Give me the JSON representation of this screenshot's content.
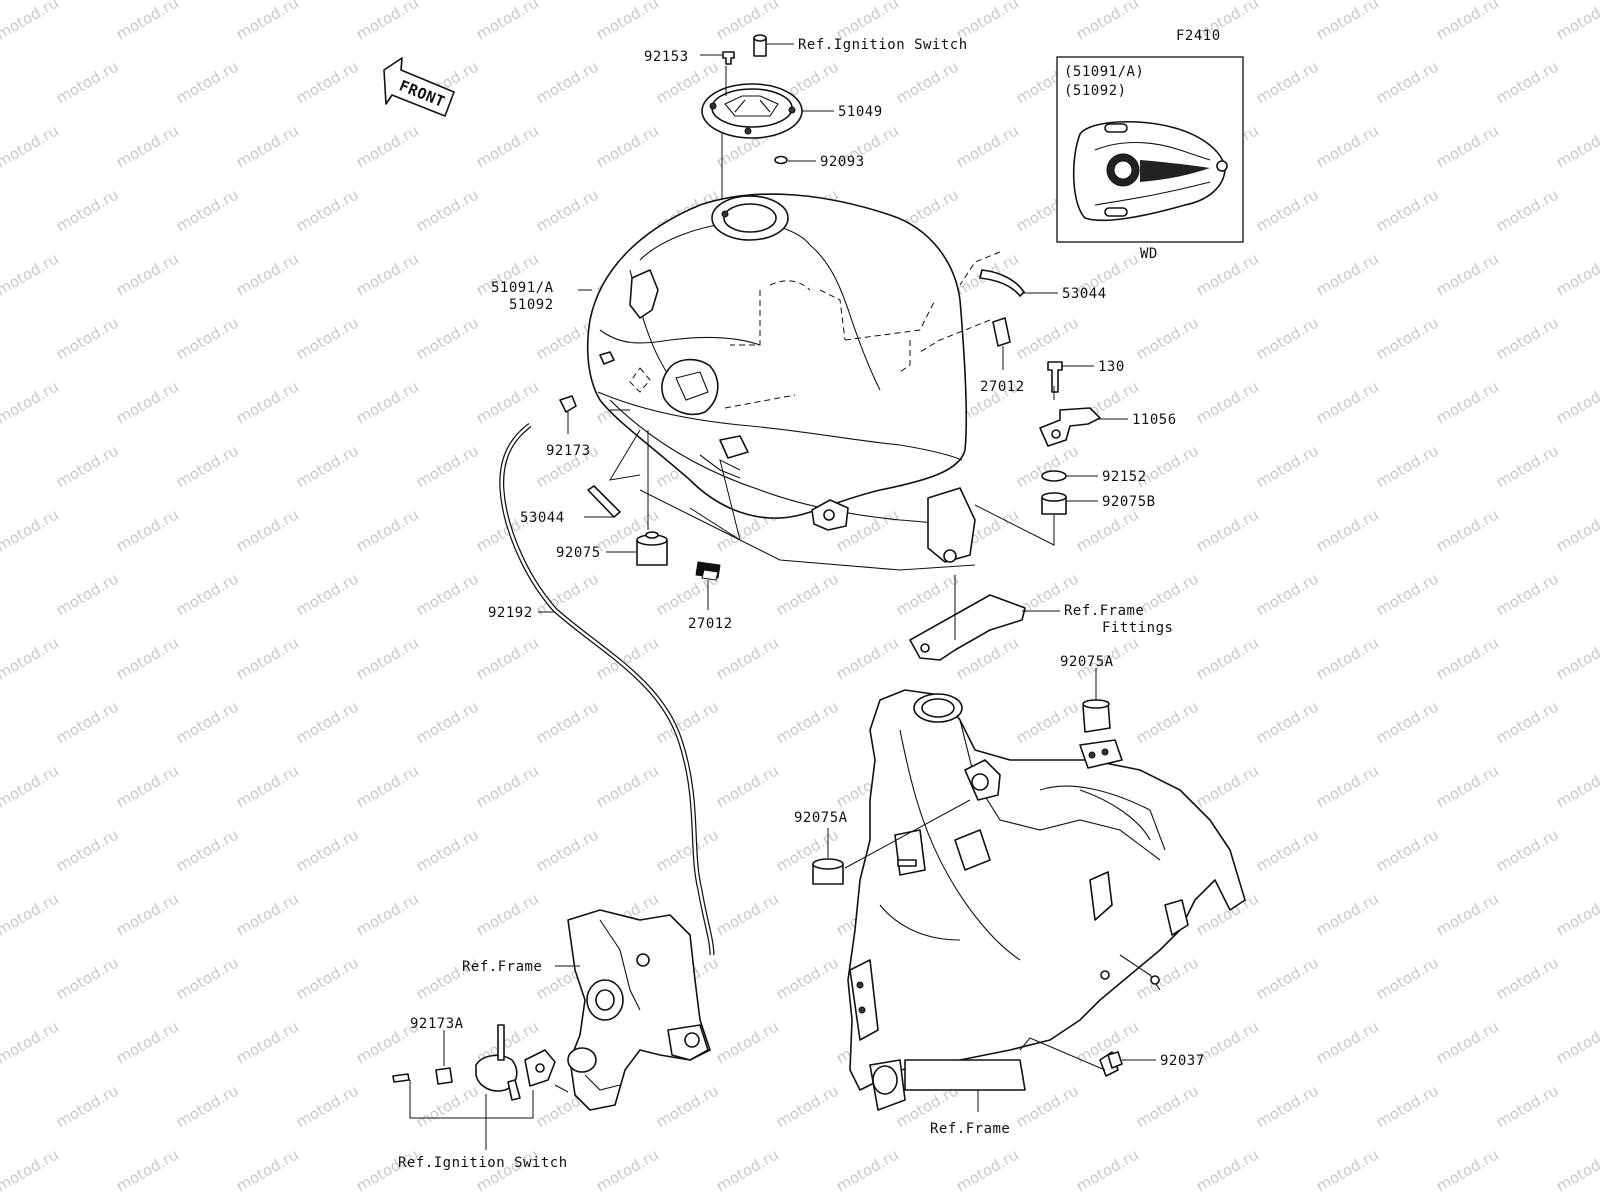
{
  "diagram_code": "F2410",
  "front_label": "FRONT",
  "watermark": "motod.ru",
  "inset": {
    "lines": [
      "(51091/A)",
      "(51092)"
    ],
    "caption": "WD"
  },
  "labels": {
    "p92153": "92153",
    "ref_ignition_top": "Ref.Ignition Switch",
    "p51049": "51049",
    "p92093": "92093",
    "p51091a": "51091/A",
    "p51092": "51092",
    "p53044_right": "53044",
    "p27012_right": "27012",
    "p130": "130",
    "p11056": "11056",
    "p92152": "92152",
    "p92075b": "92075B",
    "p92173": "92173",
    "p53044_left": "53044",
    "p92075": "92075",
    "p27012_bottom": "27012",
    "p92192": "92192",
    "ref_frame_fittings_1": "Ref.Frame",
    "ref_frame_fittings_2": "Fittings",
    "p92075a_top": "92075A",
    "p92075a_left": "92075A",
    "ref_frame_left": "Ref.Frame",
    "p92173a": "92173A",
    "p92037": "92037",
    "ref_frame_bottom": "Ref.Frame",
    "ref_ignition_bottom": "Ref.Ignition Switch"
  }
}
